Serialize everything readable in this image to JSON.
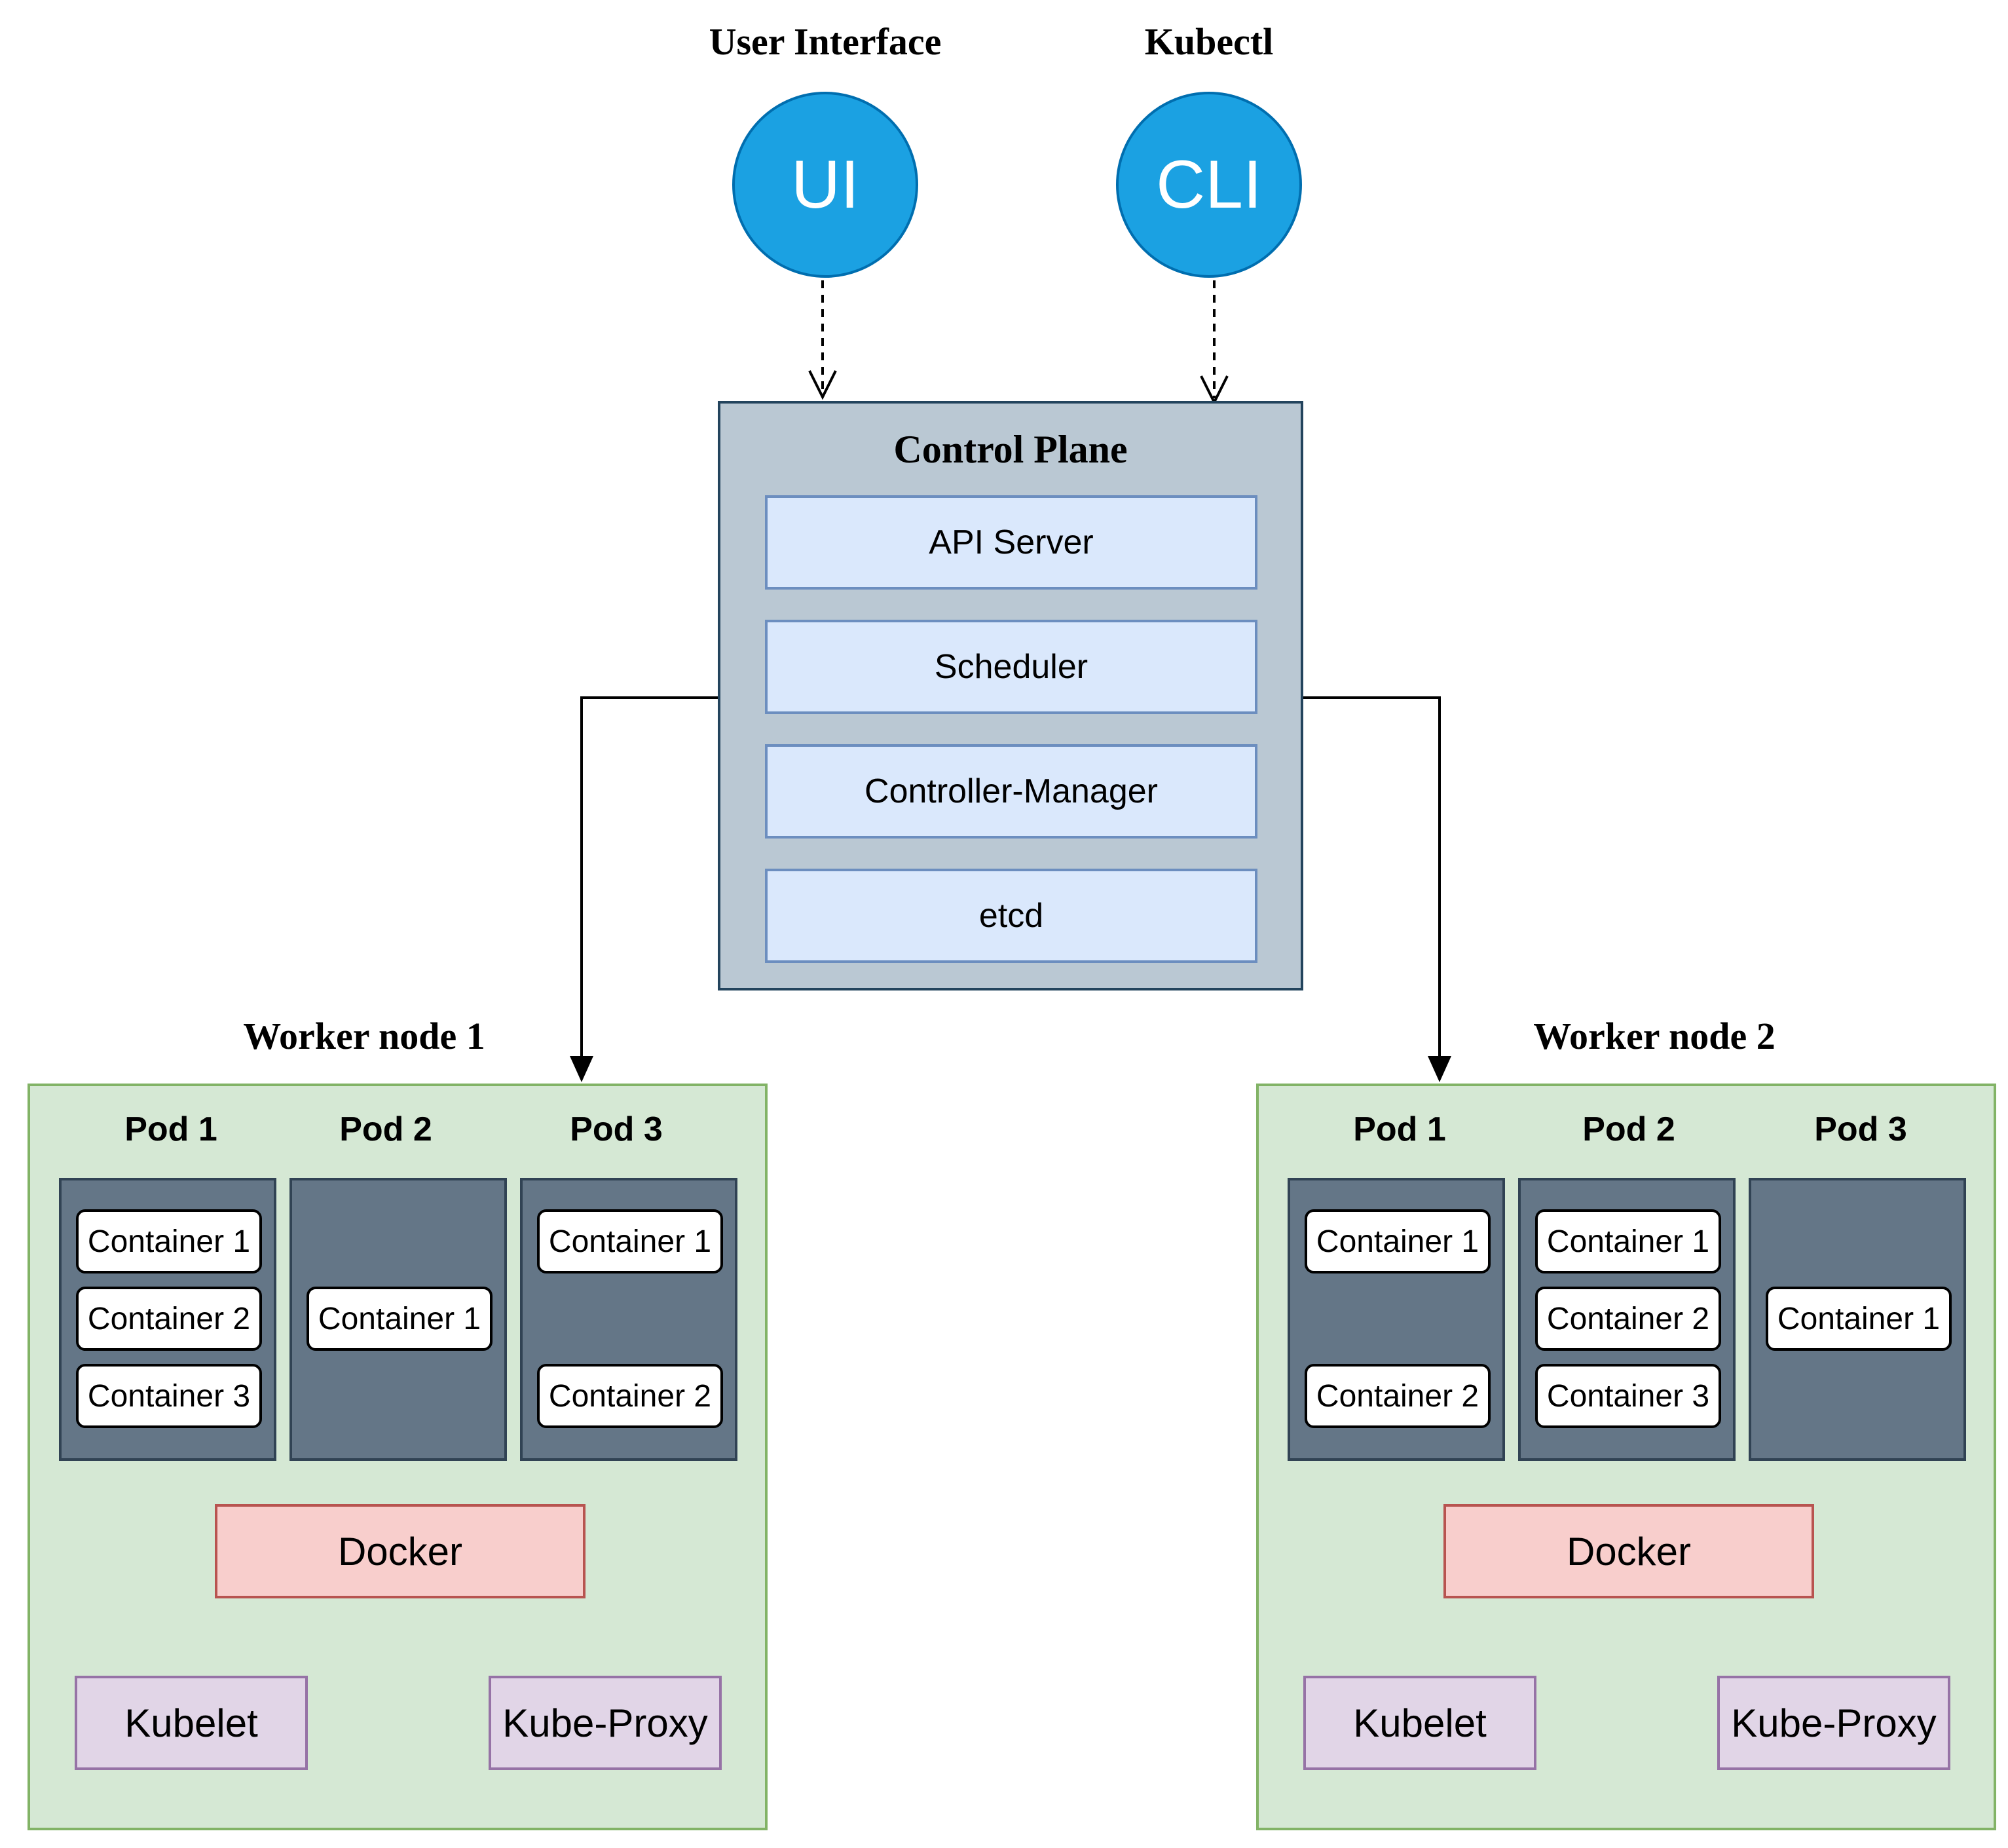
{
  "clients": [
    {
      "label": "User Interface",
      "icon_text": "UI"
    },
    {
      "label": "Kubectl",
      "icon_text": "CLI"
    }
  ],
  "control_plane": {
    "title": "Control Plane",
    "components": [
      "API Server",
      "Scheduler",
      "Controller-Manager",
      "etcd"
    ]
  },
  "workers": [
    {
      "label": "Worker node 1",
      "pods": [
        {
          "label": "Pod 1",
          "containers": [
            "Container 1",
            "Container 2",
            "Container 3"
          ]
        },
        {
          "label": "Pod 2",
          "containers": [
            "Container 1"
          ]
        },
        {
          "label": "Pod 3",
          "containers": [
            "Container 1",
            "Container 2"
          ]
        }
      ],
      "runtime": "Docker",
      "kubelet": "Kubelet",
      "proxy": "Kube-Proxy"
    },
    {
      "label": "Worker node 2",
      "pods": [
        {
          "label": "Pod 1",
          "containers": [
            "Container 1",
            "Container 2"
          ]
        },
        {
          "label": "Pod 2",
          "containers": [
            "Container 1",
            "Container 2",
            "Container 3"
          ]
        },
        {
          "label": "Pod 3",
          "containers": [
            "Container 1"
          ]
        }
      ],
      "runtime": "Docker",
      "kubelet": "Kubelet",
      "proxy": "Kube-Proxy"
    }
  ],
  "colors": {
    "client_fill": "#1ba1e2",
    "control_plane_fill": "#bac8d3",
    "component_fill": "#dae8fc",
    "worker_fill": "#d5e8d4",
    "pod_fill": "#647687",
    "docker_fill": "#f8cecc",
    "kube_fill": "#e1d5e7"
  }
}
